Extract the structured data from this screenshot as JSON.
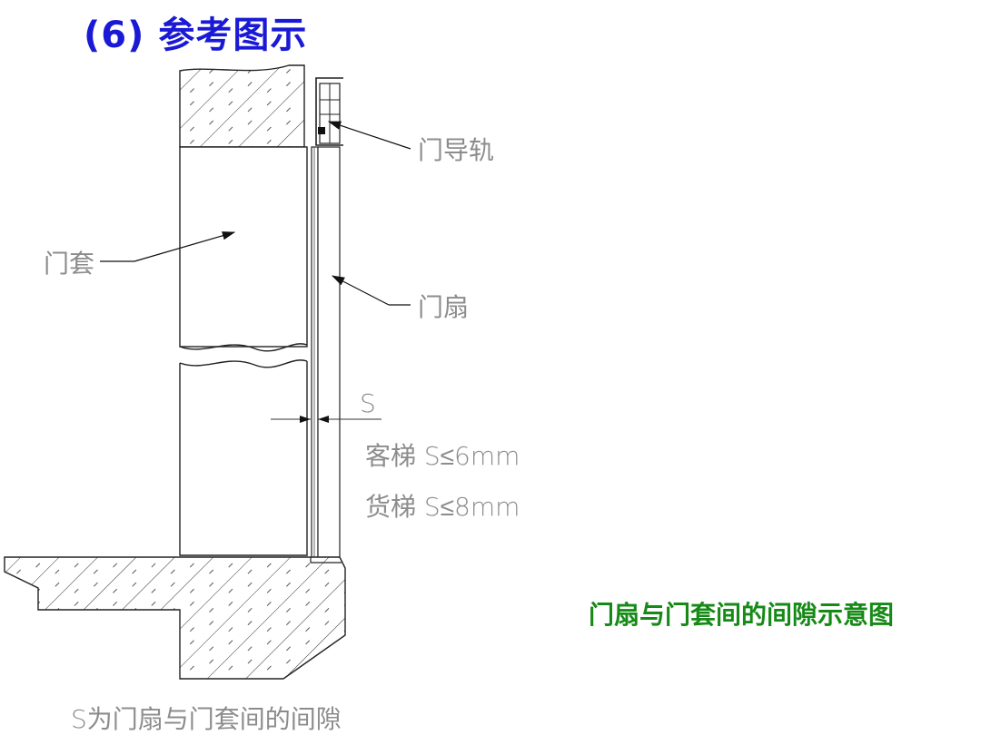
{
  "title": "(6) 参考图示",
  "labels": {
    "door_guide_rail": "门导轨",
    "door_frame": "门套",
    "door_leaf": "门扇",
    "gap_symbol": "S",
    "passenger_elevator": "客梯 S≤6mm",
    "freight_elevator": "货梯 S≤8mm",
    "gap_note": "S为门扇与门套间的间隙"
  },
  "caption": "门扇与门套间的间隙示意图",
  "colors": {
    "title": "#1a1ad6",
    "caption": "#168a16",
    "label": "#8c8c8c",
    "line": "#222222"
  }
}
